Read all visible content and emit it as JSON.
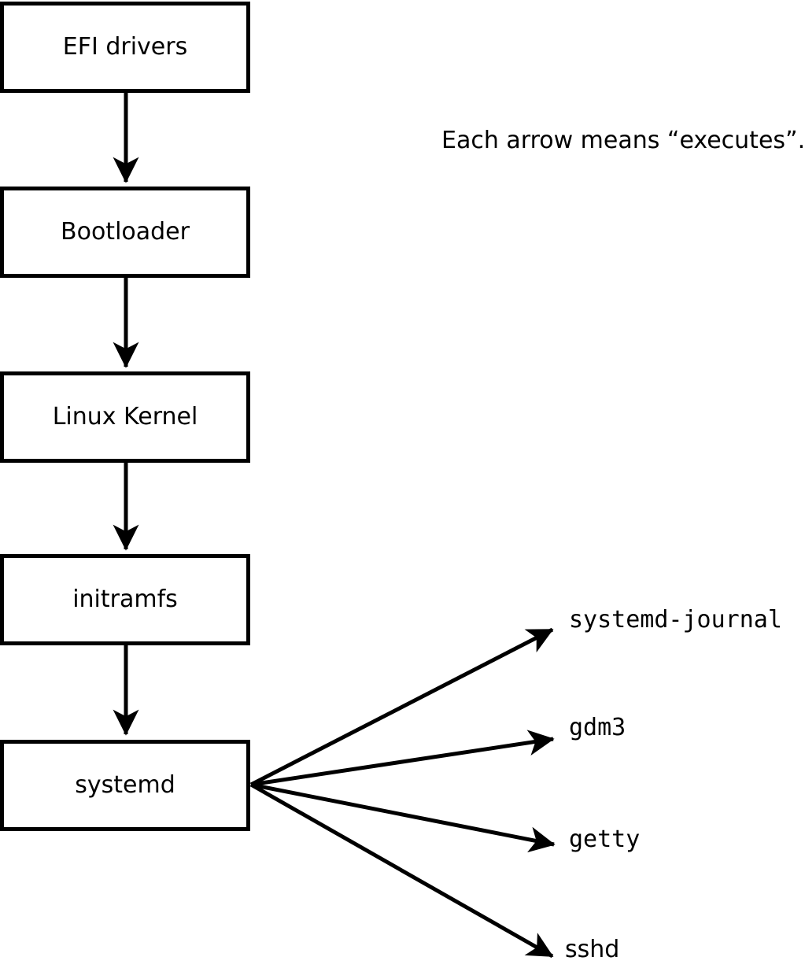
{
  "diagram": {
    "note": "Each arrow means “executes”.",
    "arrow_relation": "executes",
    "boot_chain_nodes": [
      {
        "id": "efi-drivers",
        "label": "EFI drivers"
      },
      {
        "id": "bootloader",
        "label": "Bootloader"
      },
      {
        "id": "linux-kernel",
        "label": "Linux Kernel"
      },
      {
        "id": "initramfs",
        "label": "initramfs"
      },
      {
        "id": "systemd",
        "label": "systemd"
      }
    ],
    "spawned_processes": [
      {
        "id": "systemd-journal",
        "label": "systemd-journal"
      },
      {
        "id": "gdm3",
        "label": "gdm3"
      },
      {
        "id": "getty",
        "label": "getty"
      },
      {
        "id": "sshd",
        "label": "sshd"
      }
    ],
    "edges": [
      {
        "from": "efi-drivers",
        "to": "bootloader",
        "relation": "executes"
      },
      {
        "from": "bootloader",
        "to": "linux-kernel",
        "relation": "executes"
      },
      {
        "from": "linux-kernel",
        "to": "initramfs",
        "relation": "executes"
      },
      {
        "from": "initramfs",
        "to": "systemd",
        "relation": "executes"
      },
      {
        "from": "systemd",
        "to": "systemd-journal",
        "relation": "executes"
      },
      {
        "from": "systemd",
        "to": "gdm3",
        "relation": "executes"
      },
      {
        "from": "systemd",
        "to": "getty",
        "relation": "executes"
      },
      {
        "from": "systemd",
        "to": "sshd",
        "relation": "executes"
      }
    ],
    "colors": {
      "ink": "#000000",
      "background": "#ffffff"
    }
  }
}
